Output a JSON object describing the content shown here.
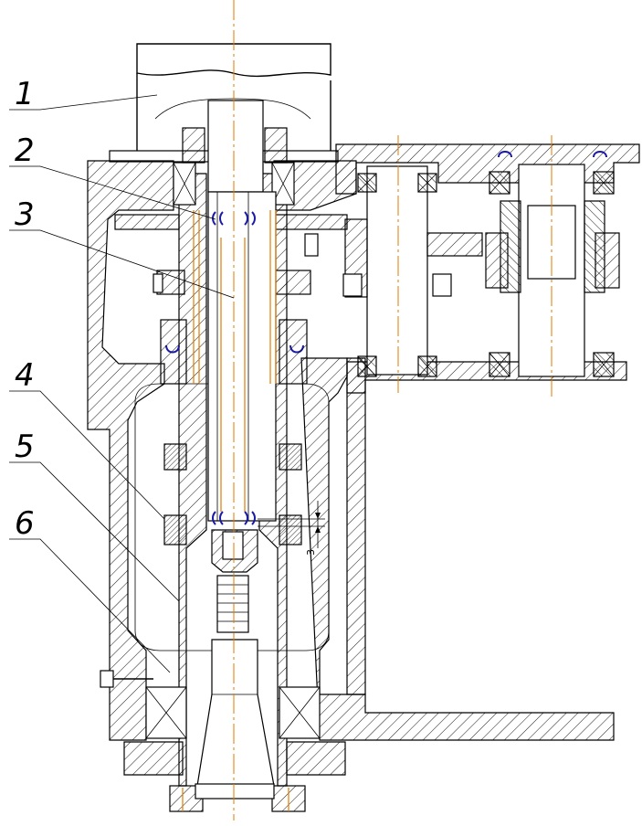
{
  "callouts": [
    {
      "label": "1"
    },
    {
      "label": "2"
    },
    {
      "label": "3"
    },
    {
      "label": "4"
    },
    {
      "label": "5"
    },
    {
      "label": "6"
    }
  ],
  "dimension": {
    "text": "3"
  },
  "colors": {
    "line": "#000000",
    "axis": "#e07b00",
    "seal": "#1a1aa6",
    "background": "#ffffff"
  }
}
